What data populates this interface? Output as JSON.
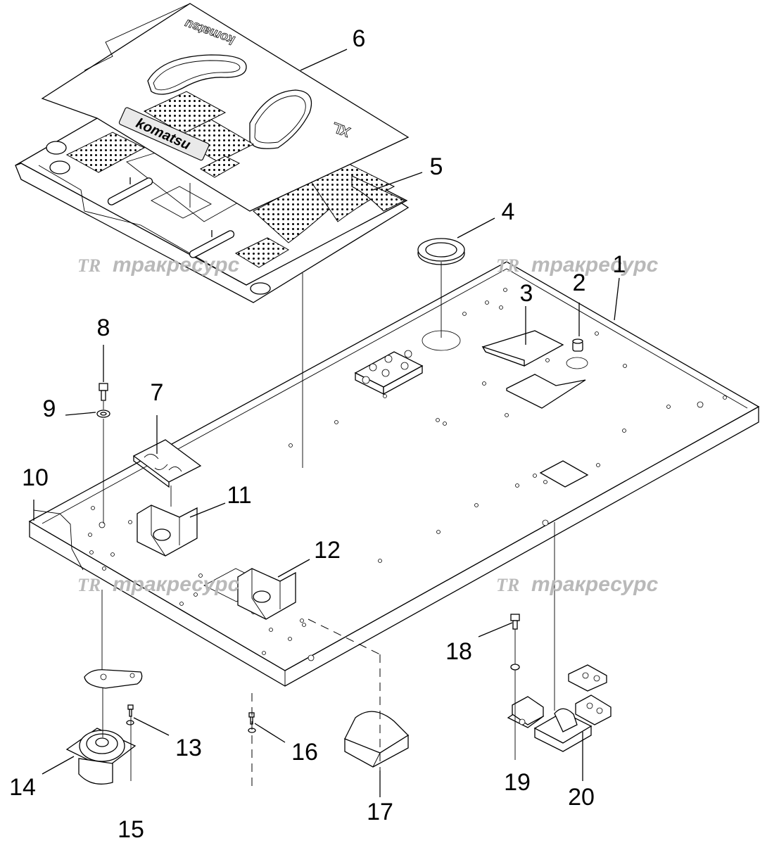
{
  "watermark": {
    "logo": "TR",
    "text": "тракресурс"
  },
  "mat_text": {
    "brand": "komatsu",
    "model": "XL"
  },
  "callouts": [
    {
      "id": "callout-1",
      "label": "1"
    },
    {
      "id": "callout-2",
      "label": "2"
    },
    {
      "id": "callout-3",
      "label": "3"
    },
    {
      "id": "callout-4",
      "label": "4"
    },
    {
      "id": "callout-5",
      "label": "5"
    },
    {
      "id": "callout-6",
      "label": "6"
    },
    {
      "id": "callout-7",
      "label": "7"
    },
    {
      "id": "callout-8",
      "label": "8"
    },
    {
      "id": "callout-9",
      "label": "9"
    },
    {
      "id": "callout-10",
      "label": "10"
    },
    {
      "id": "callout-11",
      "label": "11"
    },
    {
      "id": "callout-12",
      "label": "12"
    },
    {
      "id": "callout-13",
      "label": "13"
    },
    {
      "id": "callout-14",
      "label": "14"
    },
    {
      "id": "callout-15",
      "label": "15"
    },
    {
      "id": "callout-16",
      "label": "16"
    },
    {
      "id": "callout-17",
      "label": "17"
    },
    {
      "id": "callout-18",
      "label": "18"
    },
    {
      "id": "callout-19",
      "label": "19"
    },
    {
      "id": "callout-20",
      "label": "20"
    }
  ]
}
